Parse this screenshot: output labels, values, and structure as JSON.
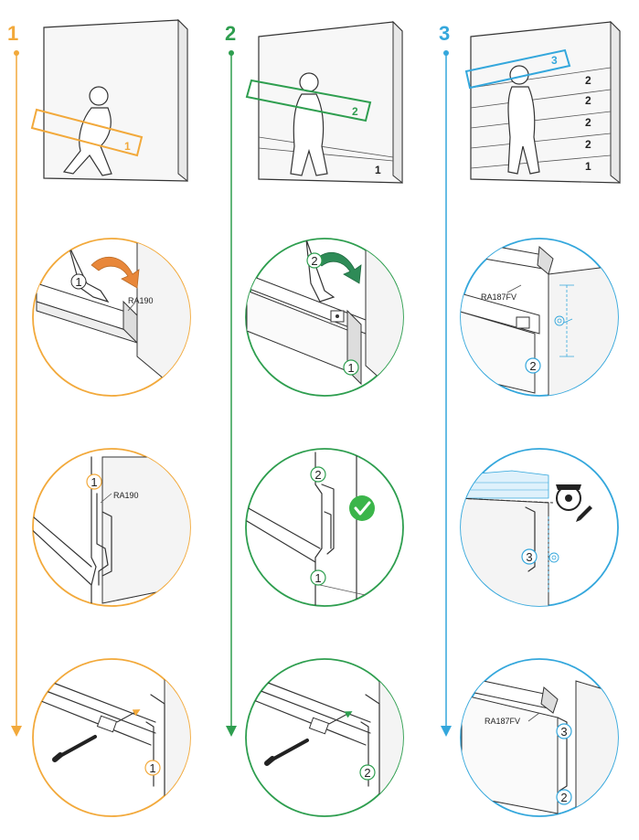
{
  "colors": {
    "step1": "#f2a93b",
    "step2": "#2e9e4f",
    "step3": "#34a7dc",
    "ink": "#333333",
    "wall_fill": "#f4f4f4",
    "arrow_orange": "#e8873a",
    "arrow_green": "#2e8b57",
    "check_green": "#3bb54a"
  },
  "steps": [
    {
      "number": "1",
      "scene_board_label": "1",
      "callouts": [
        "1",
        "1",
        "1"
      ],
      "labels": [
        "RA190",
        "RA190"
      ]
    },
    {
      "number": "2",
      "scene_board_label": "2",
      "scene_wall_numbers": [
        "1"
      ],
      "callouts": [
        "2",
        "1",
        "2",
        "1",
        "2"
      ],
      "icons": [
        "check-icon"
      ]
    },
    {
      "number": "3",
      "scene_board_label": "3",
      "scene_wall_numbers": [
        "2",
        "2",
        "2",
        "2",
        "1"
      ],
      "callouts": [
        "2",
        "3",
        "3",
        "2"
      ],
      "labels": [
        "RA187FV",
        "RA187FV"
      ],
      "icons": [
        "tape-measure-icon",
        "saw-icon",
        "pencil-icon"
      ]
    }
  ]
}
